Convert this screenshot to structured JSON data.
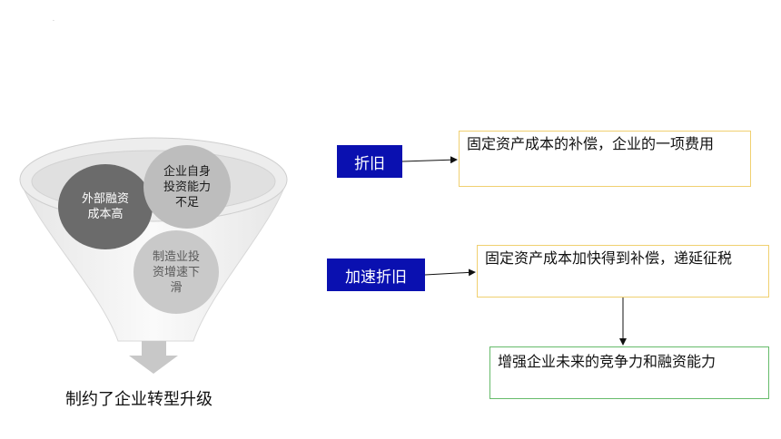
{
  "funnel": {
    "circles": [
      {
        "text_line1": "外部融资",
        "text_line2": "成本高"
      },
      {
        "text_line1": "企业自身",
        "text_line2": "投资能力",
        "text_line3": "不足"
      },
      {
        "text_line1": "制造业投",
        "text_line2": "资增速下",
        "text_line3": "滑"
      }
    ],
    "caption": "制约了企业转型升级"
  },
  "flow": {
    "label_depreciation": "折旧",
    "label_accelerated": "加速折旧",
    "box_depreciation": "固定资产成本的补偿，企业的一项费用",
    "box_accelerated": "固定资产成本加快得到补偿，递延征税",
    "box_result": "增强企业未来的竞争力和融资能力"
  },
  "colors": {
    "label_bg": "#0a10b0",
    "yellow_border": "#f0d070",
    "green_border": "#66bb6a"
  }
}
